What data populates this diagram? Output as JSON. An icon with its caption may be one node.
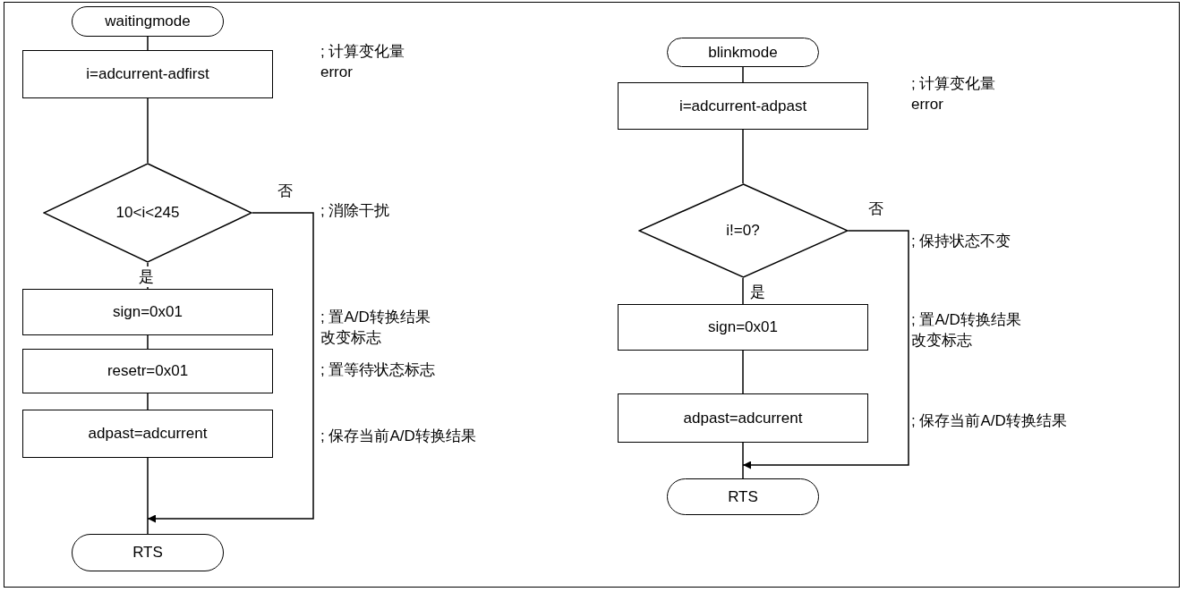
{
  "diagram": {
    "nodes": [
      {
        "text": [
          "waitingmode"
        ]
      },
      {
        "text": [
          "i=adcurrent-adfirst"
        ],
        "beside": [
          "; 计算变化量 error"
        ]
      },
      {
        "text": [
          "10<i<245"
        ]
      },
      {
        "text": [
          "sign=0x01"
        ],
        "beside": [
          "; 置A/D转换结果改变标志"
        ]
      },
      {
        "text": [
          "resetr=0x01"
        ],
        "beside": [
          "; 置等待状态标志"
        ]
      },
      {
        "text": [
          "adpast=adcurrent"
        ],
        "beside": [
          "; 保存当前A/D转换结果"
        ]
      },
      {
        "text": [
          "RTS"
        ]
      },
      {
        "text": [
          "blinkmode"
        ]
      },
      {
        "text": [
          "i=adcurrent-adpast"
        ],
        "beside": [
          "; 计算变化量 error"
        ]
      },
      {
        "text": [
          "i!=0?"
        ]
      },
      {
        "text": [
          "sign=0x01"
        ],
        "beside": [
          "; 置A/D转换结果改变标志"
        ]
      },
      {
        "text": [
          "adpast=adcurrent"
        ],
        "beside": [
          "; 保存当前A/D转换结果"
        ]
      },
      {
        "text": [
          "RTS"
        ]
      }
    ],
    "edges": [
      {
        "from": 0,
        "to": 1,
        "arrow": "none"
      },
      {
        "from": 1,
        "to": 2,
        "arrow": "none"
      },
      {
        "from": 2,
        "to": 3,
        "arrow": "none",
        "label": "是"
      },
      {
        "from": 3,
        "to": 4,
        "arrow": "none"
      },
      {
        "from": 4,
        "to": 5,
        "arrow": "none"
      },
      {
        "from": 5,
        "to": 6,
        "arrow": "none"
      },
      {
        "from": 2,
        "to": 6,
        "arrow": "to",
        "label": "否"
      },
      {
        "from": 7,
        "to": 8,
        "arrow": "none"
      },
      {
        "from": 8,
        "to": 9,
        "arrow": "none"
      },
      {
        "from": 9,
        "to": 10,
        "arrow": "none",
        "label": "是"
      },
      {
        "from": 10,
        "to": 11,
        "arrow": "none"
      },
      {
        "from": 11,
        "to": 12,
        "arrow": "none"
      },
      {
        "from": 9,
        "to": 12,
        "arrow": "to",
        "label": "否"
      }
    ],
    "labels": [
      "; 消除干扰",
      "; 保持状态不变"
    ]
  }
}
